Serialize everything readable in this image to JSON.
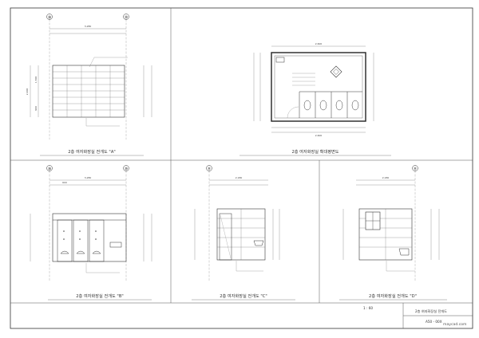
{
  "titles": {
    "elev_a": "2층 여자화장실 전개도 \"A\"",
    "plan": "2층 여자화장실 확대평면도",
    "elev_b": "2층 여자화장실 전개도 \"B\"",
    "elev_c": "2층 여자화장실 전개도 \"C\"",
    "elev_d": "2층 여자화장실 전개도 \"D\""
  },
  "footer": {
    "scale": "1 : 60",
    "drawing_name": "2층 여자화장실 전개도",
    "drawing_no": "A50 - 00X"
  },
  "watermark": "maycad.com",
  "grid_bubbles": {
    "a_left": "㊳",
    "a_right": "㊴",
    "b_left": "㊳",
    "b_right": "㊴",
    "c_top": "Ⓑ",
    "d_top": "Ⓑ"
  },
  "dims": {
    "a_top": "3,280",
    "a_h_total": "2,400",
    "a_h_1": "1,500",
    "a_h_2": "900",
    "b_top": "3,280",
    "b_seg": "600",
    "c_top": "2,180",
    "d_top": "2,180",
    "plan_top": "2,600",
    "plan_bottom": "2,600"
  }
}
